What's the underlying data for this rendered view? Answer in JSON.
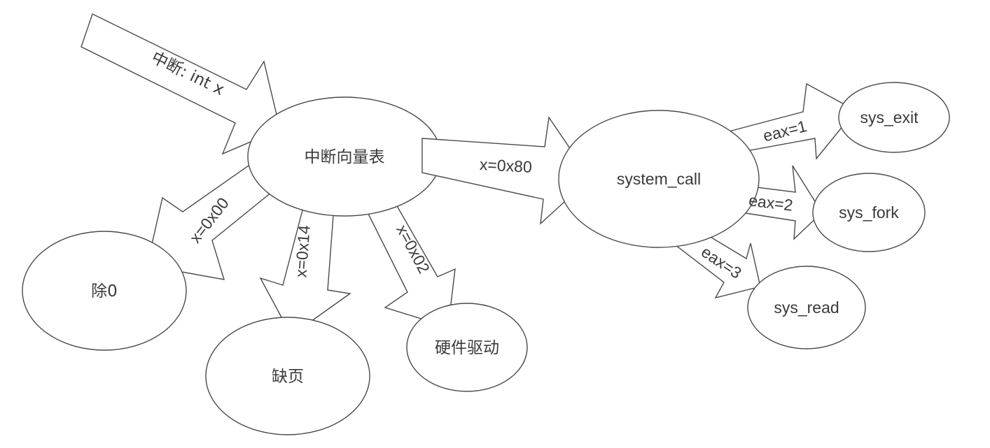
{
  "nodes": {
    "vector_table": "中断向量表",
    "system_call": "system_call",
    "divide_zero": "除0",
    "page_fault": "缺页",
    "hardware_driver": "硬件驱动",
    "sys_exit": "sys_exit",
    "sys_fork": "sys_fork",
    "sys_read": "sys_read"
  },
  "arrows": {
    "interrupt_in": "中断: int x",
    "x_0x80": "x=0x80",
    "x_0x00": "x=0x00",
    "x_0x14": "x=0x14",
    "x_0x02": "x=0x02",
    "eax_1": "eax=1",
    "eax_2": "eax=2",
    "eax_3": "eax=3"
  }
}
